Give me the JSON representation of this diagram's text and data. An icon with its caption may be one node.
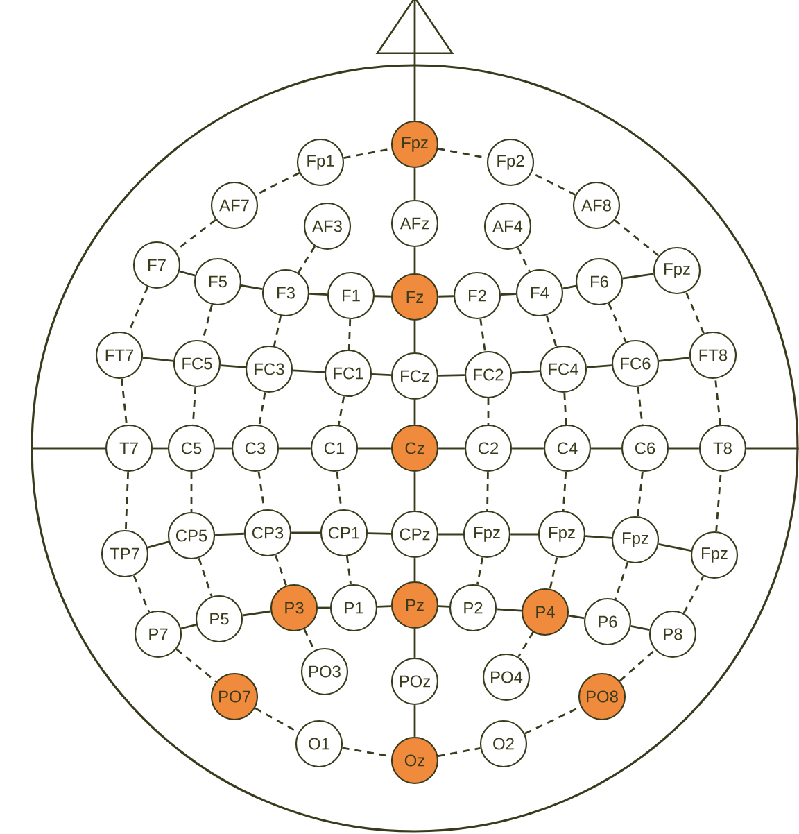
{
  "diagram": {
    "nodes": [
      {
        "text": [],
        "shape": "triangle"
      },
      {
        "text": [],
        "shape": "circle"
      },
      {
        "text": [
          "Fp1"
        ],
        "in": 1
      },
      {
        "text": [
          "Fpz"
        ],
        "in": 1
      },
      {
        "text": [
          "Fp2"
        ],
        "in": 1
      },
      {
        "text": [
          "AF7"
        ],
        "in": 1
      },
      {
        "text": [
          "AF3"
        ],
        "in": 1
      },
      {
        "text": [
          "AFz"
        ],
        "in": 1
      },
      {
        "text": [
          "AF4"
        ],
        "in": 1
      },
      {
        "text": [
          "AF8"
        ],
        "in": 1
      },
      {
        "text": [
          "F7"
        ],
        "in": 1
      },
      {
        "text": [
          "F5"
        ],
        "in": 1
      },
      {
        "text": [
          "F3"
        ],
        "in": 1
      },
      {
        "text": [
          "F1"
        ],
        "in": 1
      },
      {
        "text": [
          "Fz"
        ],
        "in": 1
      },
      {
        "text": [
          "F2"
        ],
        "in": 1
      },
      {
        "text": [
          "F4"
        ],
        "in": 1
      },
      {
        "text": [
          "F6"
        ],
        "in": 1
      },
      {
        "text": [
          "Fpz"
        ],
        "in": 1
      },
      {
        "text": [
          "FT7"
        ],
        "in": 1
      },
      {
        "text": [
          "FC5"
        ],
        "in": 1
      },
      {
        "text": [
          "FC3"
        ],
        "in": 1
      },
      {
        "text": [
          "FC1"
        ],
        "in": 1
      },
      {
        "text": [
          "FCz"
        ],
        "in": 1
      },
      {
        "text": [
          "FC2"
        ],
        "in": 1
      },
      {
        "text": [
          "FC4"
        ],
        "in": 1
      },
      {
        "text": [
          "FC6"
        ],
        "in": 1
      },
      {
        "text": [
          "FT8"
        ],
        "in": 1
      },
      {
        "text": [
          "T7"
        ],
        "in": 1
      },
      {
        "text": [
          "C5"
        ],
        "in": 1
      },
      {
        "text": [
          "C3"
        ],
        "in": 1
      },
      {
        "text": [
          "C1"
        ],
        "in": 1
      },
      {
        "text": [
          "Cz"
        ],
        "in": 1
      },
      {
        "text": [
          "C2"
        ],
        "in": 1
      },
      {
        "text": [
          "C4"
        ],
        "in": 1
      },
      {
        "text": [
          "C6"
        ],
        "in": 1
      },
      {
        "text": [
          "T8"
        ],
        "in": 1
      },
      {
        "text": [
          "TP7"
        ],
        "in": 1
      },
      {
        "text": [
          "CP5"
        ],
        "in": 1
      },
      {
        "text": [
          "CP3"
        ],
        "in": 1
      },
      {
        "text": [
          "CP1"
        ],
        "in": 1
      },
      {
        "text": [
          "CPz"
        ],
        "in": 1
      },
      {
        "text": [
          "Fpz"
        ],
        "in": 1
      },
      {
        "text": [
          "Fpz"
        ],
        "in": 1
      },
      {
        "text": [
          "Fpz"
        ],
        "in": 1
      },
      {
        "text": [
          "Fpz"
        ],
        "in": 1
      },
      {
        "text": [
          "P7"
        ],
        "in": 1
      },
      {
        "text": [
          "P5"
        ],
        "in": 1
      },
      {
        "text": [
          "P3"
        ],
        "in": 1
      },
      {
        "text": [
          "P1"
        ],
        "in": 1
      },
      {
        "text": [
          "Pz"
        ],
        "in": 1
      },
      {
        "text": [
          "P2"
        ],
        "in": 1
      },
      {
        "text": [
          "P4"
        ],
        "in": 1
      },
      {
        "text": [
          "P6"
        ],
        "in": 1
      },
      {
        "text": [
          "P8"
        ],
        "in": 1
      },
      {
        "text": [
          "PO7"
        ],
        "in": 1
      },
      {
        "text": [
          "PO3"
        ],
        "in": 1
      },
      {
        "text": [
          "POz"
        ],
        "in": 1
      },
      {
        "text": [
          "PO4"
        ],
        "in": 1
      },
      {
        "text": [
          "PO8"
        ],
        "in": 1
      },
      {
        "text": [
          "O1"
        ],
        "in": 1
      },
      {
        "text": [
          "Oz"
        ],
        "in": 1
      },
      {
        "text": [
          "O2"
        ],
        "in": 1
      }
    ],
    "edges": [
      {
        "from": 0,
        "to": 3,
        "arrow": "none"
      },
      {
        "from": 3,
        "to": 7,
        "arrow": "none"
      },
      {
        "from": 7,
        "to": 14,
        "arrow": "none"
      },
      {
        "from": 14,
        "to": 23,
        "arrow": "none"
      },
      {
        "from": 23,
        "to": 32,
        "arrow": "none"
      },
      {
        "from": 32,
        "to": 41,
        "arrow": "none"
      },
      {
        "from": 41,
        "to": 50,
        "arrow": "none"
      },
      {
        "from": 50,
        "to": 57,
        "arrow": "none"
      },
      {
        "from": 57,
        "to": 61,
        "arrow": "none"
      },
      {
        "from": 1,
        "to": 28,
        "arrow": "none"
      },
      {
        "from": 28,
        "to": 29,
        "arrow": "none"
      },
      {
        "from": 29,
        "to": 30,
        "arrow": "none"
      },
      {
        "from": 30,
        "to": 31,
        "arrow": "none"
      },
      {
        "from": 31,
        "to": 32,
        "arrow": "none"
      },
      {
        "from": 32,
        "to": 33,
        "arrow": "none"
      },
      {
        "from": 33,
        "to": 34,
        "arrow": "none"
      },
      {
        "from": 34,
        "to": 35,
        "arrow": "none"
      },
      {
        "from": 35,
        "to": 36,
        "arrow": "none"
      },
      {
        "from": 36,
        "to": 1,
        "arrow": "none"
      },
      {
        "from": 10,
        "to": 11,
        "arrow": "none"
      },
      {
        "from": 11,
        "to": 12,
        "arrow": "none"
      },
      {
        "from": 12,
        "to": 13,
        "arrow": "none"
      },
      {
        "from": 13,
        "to": 14,
        "arrow": "none"
      },
      {
        "from": 14,
        "to": 15,
        "arrow": "none"
      },
      {
        "from": 15,
        "to": 16,
        "arrow": "none"
      },
      {
        "from": 16,
        "to": 17,
        "arrow": "none"
      },
      {
        "from": 17,
        "to": 18,
        "arrow": "none"
      },
      {
        "from": 19,
        "to": 20,
        "arrow": "none"
      },
      {
        "from": 20,
        "to": 21,
        "arrow": "none"
      },
      {
        "from": 21,
        "to": 22,
        "arrow": "none"
      },
      {
        "from": 22,
        "to": 23,
        "arrow": "none"
      },
      {
        "from": 23,
        "to": 24,
        "arrow": "none"
      },
      {
        "from": 24,
        "to": 25,
        "arrow": "none"
      },
      {
        "from": 25,
        "to": 26,
        "arrow": "none"
      },
      {
        "from": 26,
        "to": 27,
        "arrow": "none"
      },
      {
        "from": 37,
        "to": 38,
        "arrow": "none"
      },
      {
        "from": 38,
        "to": 39,
        "arrow": "none"
      },
      {
        "from": 39,
        "to": 40,
        "arrow": "none"
      },
      {
        "from": 40,
        "to": 41,
        "arrow": "none"
      },
      {
        "from": 41,
        "to": 42,
        "arrow": "none"
      },
      {
        "from": 42,
        "to": 43,
        "arrow": "none"
      },
      {
        "from": 43,
        "to": 44,
        "arrow": "none"
      },
      {
        "from": 44,
        "to": 45,
        "arrow": "none"
      },
      {
        "from": 46,
        "to": 47,
        "arrow": "none"
      },
      {
        "from": 47,
        "to": 48,
        "arrow": "none"
      },
      {
        "from": 48,
        "to": 49,
        "arrow": "none"
      },
      {
        "from": 49,
        "to": 50,
        "arrow": "none"
      },
      {
        "from": 50,
        "to": 51,
        "arrow": "none"
      },
      {
        "from": 51,
        "to": 52,
        "arrow": "none"
      },
      {
        "from": 52,
        "to": 53,
        "arrow": "none"
      },
      {
        "from": 53,
        "to": 54,
        "arrow": "none"
      },
      {
        "from": 2,
        "to": 3,
        "arrow": "none",
        "style": "dashed"
      },
      {
        "from": 3,
        "to": 4,
        "arrow": "none",
        "style": "dashed"
      },
      {
        "from": 2,
        "to": 5,
        "arrow": "none",
        "style": "dashed"
      },
      {
        "from": 5,
        "to": 10,
        "arrow": "none",
        "style": "dashed"
      },
      {
        "from": 10,
        "to": 19,
        "arrow": "none",
        "style": "dashed"
      },
      {
        "from": 19,
        "to": 28,
        "arrow": "none",
        "style": "dashed"
      },
      {
        "from": 28,
        "to": 37,
        "arrow": "none",
        "style": "dashed"
      },
      {
        "from": 37,
        "to": 46,
        "arrow": "none",
        "style": "dashed"
      },
      {
        "from": 46,
        "to": 55,
        "arrow": "none",
        "style": "dashed"
      },
      {
        "from": 55,
        "to": 60,
        "arrow": "none",
        "style": "dashed"
      },
      {
        "from": 60,
        "to": 61,
        "arrow": "none",
        "style": "dashed"
      },
      {
        "from": 61,
        "to": 62,
        "arrow": "none",
        "style": "dashed"
      },
      {
        "from": 62,
        "to": 59,
        "arrow": "none",
        "style": "dashed"
      },
      {
        "from": 59,
        "to": 54,
        "arrow": "none",
        "style": "dashed"
      },
      {
        "from": 54,
        "to": 45,
        "arrow": "none",
        "style": "dashed"
      },
      {
        "from": 45,
        "to": 36,
        "arrow": "none",
        "style": "dashed"
      },
      {
        "from": 36,
        "to": 27,
        "arrow": "none",
        "style": "dashed"
      },
      {
        "from": 27,
        "to": 18,
        "arrow": "none",
        "style": "dashed"
      },
      {
        "from": 18,
        "to": 9,
        "arrow": "none",
        "style": "dashed"
      },
      {
        "from": 9,
        "to": 4,
        "arrow": "none",
        "style": "dashed"
      },
      {
        "from": 6,
        "to": 12,
        "arrow": "none",
        "style": "dashed"
      },
      {
        "from": 12,
        "to": 21,
        "arrow": "none",
        "style": "dashed"
      },
      {
        "from": 21,
        "to": 30,
        "arrow": "none",
        "style": "dashed"
      },
      {
        "from": 30,
        "to": 39,
        "arrow": "none",
        "style": "dashed"
      },
      {
        "from": 39,
        "to": 48,
        "arrow": "none",
        "style": "dashed"
      },
      {
        "from": 48,
        "to": 56,
        "arrow": "none",
        "style": "dashed"
      },
      {
        "from": 11,
        "to": 20,
        "arrow": "none",
        "style": "dashed"
      },
      {
        "from": 20,
        "to": 29,
        "arrow": "none",
        "style": "dashed"
      },
      {
        "from": 29,
        "to": 38,
        "arrow": "none",
        "style": "dashed"
      },
      {
        "from": 38,
        "to": 47,
        "arrow": "none",
        "style": "dashed"
      },
      {
        "from": 13,
        "to": 22,
        "arrow": "none",
        "style": "dashed"
      },
      {
        "from": 22,
        "to": 31,
        "arrow": "none",
        "style": "dashed"
      },
      {
        "from": 31,
        "to": 40,
        "arrow": "none",
        "style": "dashed"
      },
      {
        "from": 40,
        "to": 49,
        "arrow": "none",
        "style": "dashed"
      },
      {
        "from": 15,
        "to": 24,
        "arrow": "none",
        "style": "dashed"
      },
      {
        "from": 24,
        "to": 33,
        "arrow": "none",
        "style": "dashed"
      },
      {
        "from": 33,
        "to": 42,
        "arrow": "none",
        "style": "dashed"
      },
      {
        "from": 42,
        "to": 51,
        "arrow": "none",
        "style": "dashed"
      },
      {
        "from": 8,
        "to": 16,
        "arrow": "none",
        "style": "dashed"
      },
      {
        "from": 16,
        "to": 25,
        "arrow": "none",
        "style": "dashed"
      },
      {
        "from": 25,
        "to": 34,
        "arrow": "none",
        "style": "dashed"
      },
      {
        "from": 34,
        "to": 43,
        "arrow": "none",
        "style": "dashed"
      },
      {
        "from": 43,
        "to": 52,
        "arrow": "none",
        "style": "dashed"
      },
      {
        "from": 52,
        "to": 58,
        "arrow": "none",
        "style": "dashed"
      },
      {
        "from": 17,
        "to": 26,
        "arrow": "none",
        "style": "dashed"
      },
      {
        "from": 26,
        "to": 35,
        "arrow": "none",
        "style": "dashed"
      },
      {
        "from": 35,
        "to": 44,
        "arrow": "none",
        "style": "dashed"
      },
      {
        "from": 44,
        "to": 53,
        "arrow": "none",
        "style": "dashed"
      }
    ]
  }
}
